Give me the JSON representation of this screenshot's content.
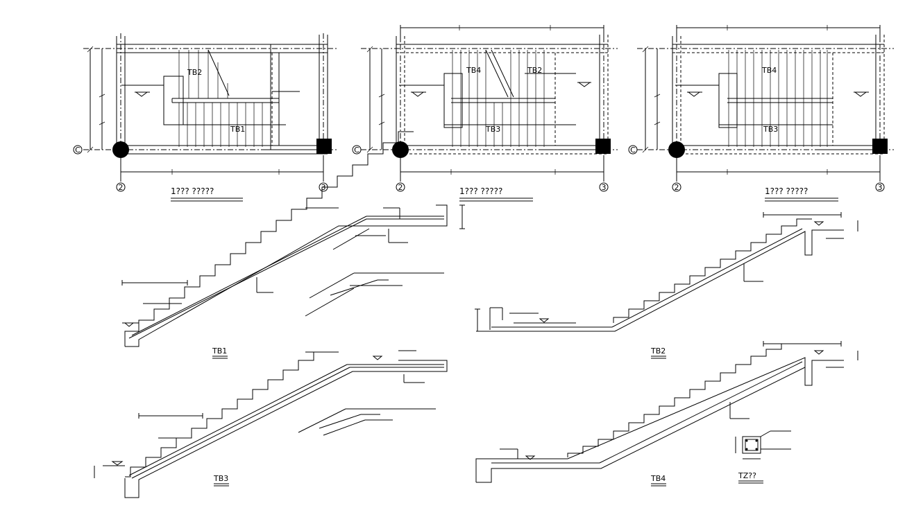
{
  "plans": [
    {
      "title": "1??? ?????",
      "grid_row": "C",
      "grid_left": "2",
      "grid_right": "3",
      "labels": [
        "TB2",
        "TB1"
      ]
    },
    {
      "title": "1??? ?????",
      "grid_row": "C",
      "grid_left": "2",
      "grid_right": "3",
      "labels": [
        "TB4",
        "TB2",
        "TB3"
      ]
    },
    {
      "title": "1??? ?????",
      "grid_row": "C",
      "grid_left": "2",
      "grid_right": "3",
      "labels": [
        "TB4",
        "TB3"
      ]
    }
  ],
  "sections": {
    "tb1": "TB1",
    "tb2": "TB2",
    "tb3": "TB3",
    "tb4": "TB4",
    "tz": "TZ??"
  }
}
